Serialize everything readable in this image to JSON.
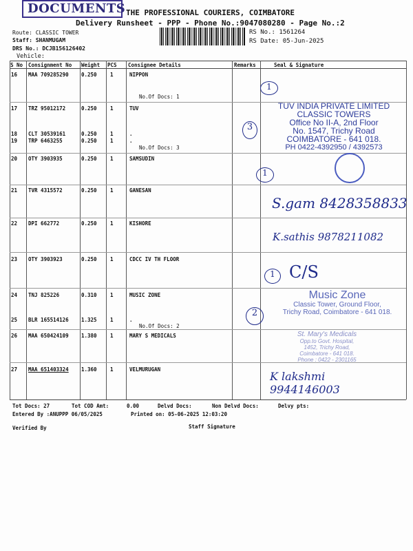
{
  "header": {
    "stamp": "DOCUMENTS",
    "company": "THE PROFESSIONAL COURIERS, COIMBATORE",
    "subtitle": "Delivery Runsheet - PPP - Phone No.:9047080280 - Page No.:2",
    "route": "Route: CLASSIC TOWER",
    "staff": "Staff: SHANMUGAM",
    "drs": "DRS No.: DCJB156126402",
    "vehicle": "Vehicle:",
    "rs_no": "RS No.: 1561264",
    "rs_date": "RS Date: 05-Jun-2025"
  },
  "columns": [
    "S No",
    "Consignment No",
    "Weight",
    "PCS",
    "Consignee Details",
    "Remarks",
    "Seal & Signature"
  ],
  "rows": [
    {
      "sno": "16",
      "cn": "MAA 709285290",
      "wt": "0.250",
      "pcs": "1",
      "consignee": "NIPPON",
      "docs": "No.Of Docs: 1"
    },
    {
      "sno": "17",
      "cn": "TRZ 95012172",
      "wt": "0.250",
      "pcs": "1",
      "consignee": "TUV"
    },
    {
      "sno": "18",
      "cn": "CLT 30539161",
      "wt": "0.250",
      "pcs": "1",
      "consignee": "."
    },
    {
      "sno": "19",
      "cn": "TRP 6463255",
      "wt": "0.250",
      "pcs": "1",
      "consignee": ".",
      "docs": "No.Of Docs: 3"
    },
    {
      "sno": "20",
      "cn": "OTY 3903935",
      "wt": "0.250",
      "pcs": "1",
      "consignee": "SAMSUDIN"
    },
    {
      "sno": "21",
      "cn": "TVR 4315572",
      "wt": "0.250",
      "pcs": "1",
      "consignee": "GANESAN"
    },
    {
      "sno": "22",
      "cn": "DPI 662772",
      "wt": "0.250",
      "pcs": "1",
      "consignee": "KISHORE"
    },
    {
      "sno": "23",
      "cn": "OTY 3903923",
      "wt": "0.250",
      "pcs": "1",
      "consignee": "CDCC IV TH FLOOR"
    },
    {
      "sno": "24",
      "cn": "TNJ 825226",
      "wt": "0.310",
      "pcs": "1",
      "consignee": "MUSIC ZONE"
    },
    {
      "sno": "25",
      "cn": "BLR 165514126",
      "wt": "1.325",
      "pcs": "1",
      "consignee": ".",
      "docs": "No.Of Docs: 2"
    },
    {
      "sno": "26",
      "cn": "MAA 650424109",
      "wt": "1.380",
      "pcs": "1",
      "consignee": "MARY S MEDICALS"
    },
    {
      "sno": "27",
      "cn": "MAA 651403324",
      "wt": "1.360",
      "pcs": "1",
      "consignee": "VELMURUGAN"
    }
  ],
  "seals": {
    "tuv": [
      "TUV INDIA PRIVATE LIMITED",
      "CLASSIC TOWERS",
      "Office No  II-A, 2nd Floor",
      "No. 1547, Trichy Road",
      "COIMBATORE - 641 018.",
      "PH  0422-4392950 / 4392573"
    ],
    "music": [
      "Music Zone",
      "Classic Tower, Ground Floor,",
      "Trichy Road, Coimbatore - 641 018."
    ],
    "mary": [
      "St. Mary's Medicals",
      "Opp.to Govt. Hospital,",
      "1452, Trichy Road,",
      "Coimbatore - 641 018.",
      "Phone : 0422 - 2301165"
    ]
  },
  "handwriting": {
    "c1": "1",
    "c3": "3",
    "c1b": "1",
    "c1c": "1",
    "c2": "2",
    "cs": "C/S",
    "ganesan": "S.gam",
    "ganesan_ph": "8428358833",
    "kishore": "K.sathis",
    "kishore_ph": "9878211082",
    "velmurugan": "K lakshmi",
    "velmurugan_ph": "9944146003"
  },
  "footer": {
    "tot_docs": "Tot Docs:  27",
    "tot_cod": "Tot COD Amt:",
    "cod_val": "0.00",
    "delvd": "Delvd Docs:",
    "non_delvd": "Non Delvd Docs:",
    "delvy_pts": "Delvy pts:",
    "entered": "Entered By :ANUPPP 06/05/2025",
    "printed": "Printed on: 05-06-2025 12:03:20",
    "verified": "Verified By",
    "staff_sig": "Staff Signature"
  }
}
